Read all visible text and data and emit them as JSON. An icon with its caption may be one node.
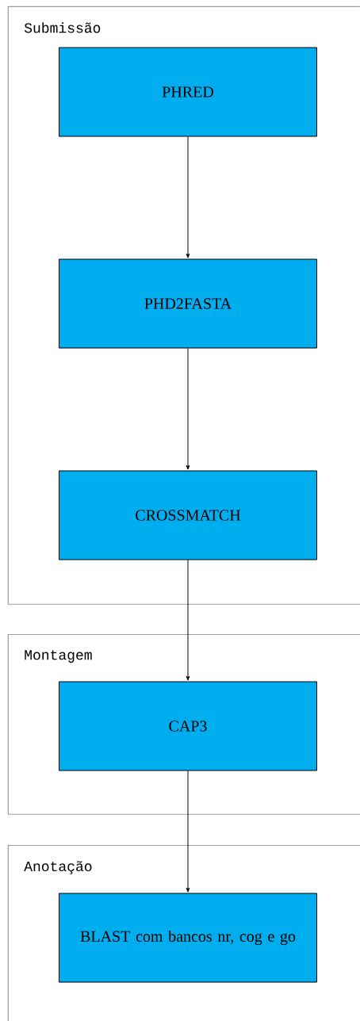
{
  "diagram": {
    "nodes": [
      {
        "text": [
          "Submissão"
        ]
      },
      {
        "text": [
          "PHRED"
        ],
        "in": 0
      },
      {
        "text": [
          "PHD2FASTA"
        ],
        "in": 0
      },
      {
        "text": [
          "CROSSMATCH"
        ],
        "in": 0
      },
      {
        "text": [
          "Montagem"
        ]
      },
      {
        "text": [
          "CAP3"
        ],
        "in": 4
      },
      {
        "text": [
          "Anotação"
        ]
      },
      {
        "text": [
          "BLAST com bancos nr, cog e go"
        ],
        "in": 6
      }
    ],
    "edges": [
      {
        "from": 1,
        "to": 2,
        "arrow": "to"
      },
      {
        "from": 2,
        "to": 3,
        "arrow": "to"
      },
      {
        "from": 3,
        "to": 5,
        "arrow": "to"
      },
      {
        "from": 5,
        "to": 7,
        "arrow": "to"
      }
    ]
  }
}
